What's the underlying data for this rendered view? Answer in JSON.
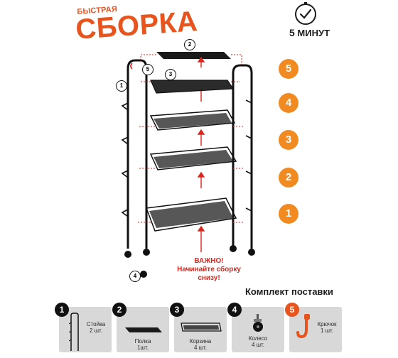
{
  "header": {
    "small_title": "БЫСТРАЯ",
    "big_title": "СБОРКА",
    "time_value": "5",
    "time_unit": "МИНУТ",
    "clock_icon": "clock-check-icon"
  },
  "diagram": {
    "part_callouts": [
      "1",
      "2",
      "3",
      "4",
      "5"
    ],
    "step_badges": [
      "5",
      "4",
      "3",
      "2",
      "1"
    ],
    "warning_line1": "ВАЖНО!",
    "warning_line2": "Начинайте сборку снизу!",
    "badge_color": "#f28a22",
    "arrow_color": "#d9271d"
  },
  "kit": {
    "title": "Комплект поставки",
    "items": [
      {
        "num": "1",
        "name": "Стойка",
        "qty": "2 шт."
      },
      {
        "num": "2",
        "name": "Полка",
        "qty": "1шт."
      },
      {
        "num": "3",
        "name": "Корзина",
        "qty": "4 шт."
      },
      {
        "num": "4",
        "name": "Колесо",
        "qty": "4 шт."
      },
      {
        "num": "5",
        "name": "Крючок",
        "qty": "1 шт."
      }
    ]
  },
  "colors": {
    "accent": "#e8541e",
    "tile_bg": "#d8d8d8",
    "text": "#1c1c1c"
  }
}
